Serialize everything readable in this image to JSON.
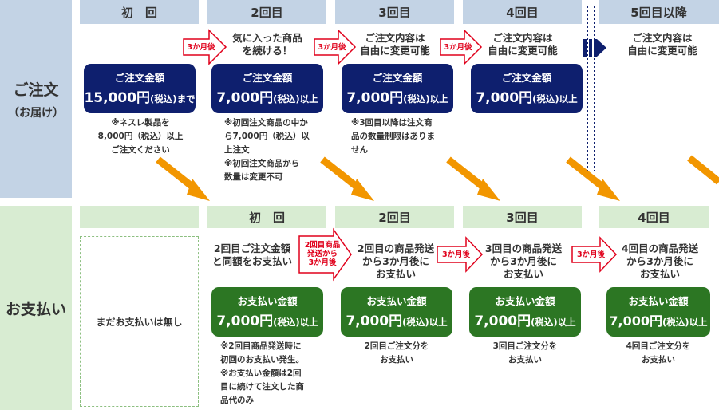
{
  "row_labels": {
    "order_main": "ご注文",
    "order_sub": "（お届け）",
    "payment": "お支払い"
  },
  "order_headers": [
    "初　回",
    "2回目",
    "3回目",
    "4回目",
    "5回目以降"
  ],
  "payment_headers": [
    "初　回",
    "2回目",
    "3回目",
    "4回目"
  ],
  "order_messages": [
    "気に入った商品\nを続ける！",
    "ご注文内容は\n自由に変更可能",
    "ご注文内容は\n自由に変更可能",
    "ご注文内容は\n自由に変更可能"
  ],
  "order_boxes": [
    {
      "title": "ご注文金額",
      "amount": "15,000円",
      "tax": "(税込)",
      "suffix": "まで"
    },
    {
      "title": "ご注文金額",
      "amount": "7,000円",
      "tax": "(税込)",
      "suffix": "以上"
    },
    {
      "title": "ご注文金額",
      "amount": "7,000円",
      "tax": "(税込)",
      "suffix": "以上"
    },
    {
      "title": "ご注文金額",
      "amount": "7,000円",
      "tax": "(税込)",
      "suffix": "以上"
    }
  ],
  "order_notes": [
    [
      "※ネスレ製品を",
      "8,000円（税込）以上",
      "ご注文ください"
    ],
    [
      "※初回注文商品の中か",
      "ら7,000円（税込）以",
      "上注文",
      "※初回注文商品から",
      "数量は変更不可"
    ],
    [
      "※3回目以降は注文商",
      "品の数量制限はありま",
      "せん"
    ]
  ],
  "order_arrow_label": "3か月後",
  "payment_no_payment": "まだお支払いは無し",
  "payment_messages": [
    "2回目ご注文金額\nと同額をお支払い",
    "2回目の商品発送\nから3か月後に\nお支払い",
    "3回目の商品発送\nから3か月後に\nお支払い",
    "4回目の商品発送\nから3か月後に\nお支払い"
  ],
  "payment_arrow_labels": [
    "2回目商品\n発送から\n3か月後",
    "3か月後",
    "3か月後"
  ],
  "payment_boxes": [
    {
      "title": "お支払い金額",
      "amount": "7,000円",
      "tax": "(税込)",
      "suffix": "以上"
    },
    {
      "title": "お支払い金額",
      "amount": "7,000円",
      "tax": "(税込)",
      "suffix": "以上"
    },
    {
      "title": "お支払い金額",
      "amount": "7,000円",
      "tax": "(税込)",
      "suffix": "以上"
    },
    {
      "title": "お支払い金額",
      "amount": "7,000円",
      "tax": "(税込)",
      "suffix": "以上"
    }
  ],
  "payment_notes": [
    [
      "※2回目商品発送時に",
      "初回のお支払い発生。",
      "※お支払い金額は2回",
      "目に続けて注文した商",
      "品代のみ"
    ],
    [
      "2回目ご注文分を",
      "お支払い"
    ],
    [
      "3回目ご注文分を",
      "お支払い"
    ],
    [
      "4回目ご注文分を",
      "お支払い"
    ]
  ],
  "colors": {
    "order_header_bg": "#c3d3e5",
    "payment_header_bg": "#d8ecd2",
    "order_box": "#0e1f6e",
    "payment_box": "#2c7623",
    "red_arrow": "#e0001b",
    "orange_arrow": "#f29600"
  }
}
